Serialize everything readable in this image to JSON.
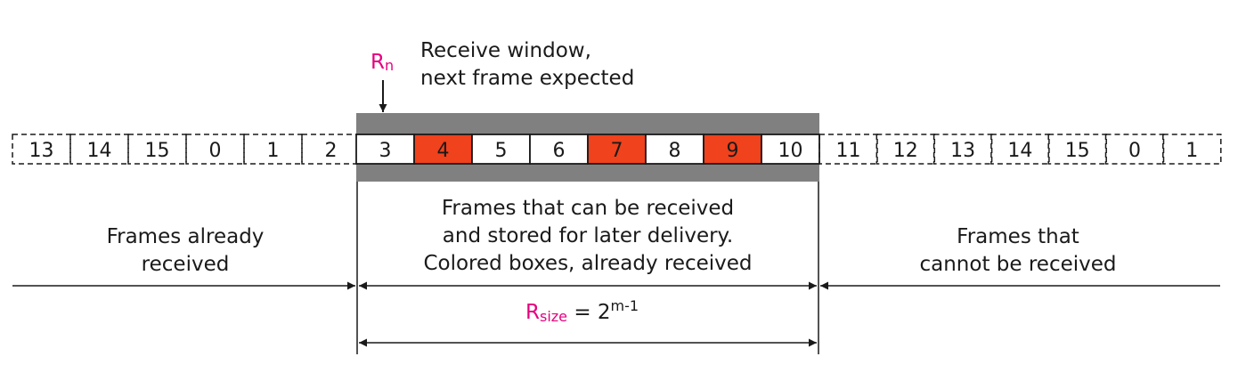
{
  "colors": {
    "window_band": "#808080",
    "received_fill": "#f0421c",
    "outline": "#1a1a1a",
    "accent_pink": "#e6007e"
  },
  "frames_left": [
    "13",
    "14",
    "15",
    "0",
    "1",
    "2"
  ],
  "window_frames": [
    {
      "label": "3",
      "received": false
    },
    {
      "label": "4",
      "received": true
    },
    {
      "label": "5",
      "received": false
    },
    {
      "label": "6",
      "received": false
    },
    {
      "label": "7",
      "received": true
    },
    {
      "label": "8",
      "received": false
    },
    {
      "label": "9",
      "received": true
    },
    {
      "label": "10",
      "received": false
    }
  ],
  "frames_right": [
    "11",
    "12",
    "13",
    "14",
    "15",
    "0",
    "1"
  ],
  "pointer": {
    "base": "R",
    "subscript": "n"
  },
  "receive_window_label": {
    "line1": "Receive window,",
    "line2": "next frame expected"
  },
  "left_region_label": {
    "line1": "Frames already",
    "line2": "received"
  },
  "middle_region_label": {
    "line1": "Frames that can be received",
    "line2": "and stored for later delivery.",
    "line3": "Colored boxes, already received"
  },
  "right_region_label": {
    "line1": "Frames that",
    "line2": "cannot be received"
  },
  "window_size_formula": {
    "lhs_base": "R",
    "lhs_subscript": "size",
    "rhs": "= 2",
    "exponent": "m-1"
  }
}
